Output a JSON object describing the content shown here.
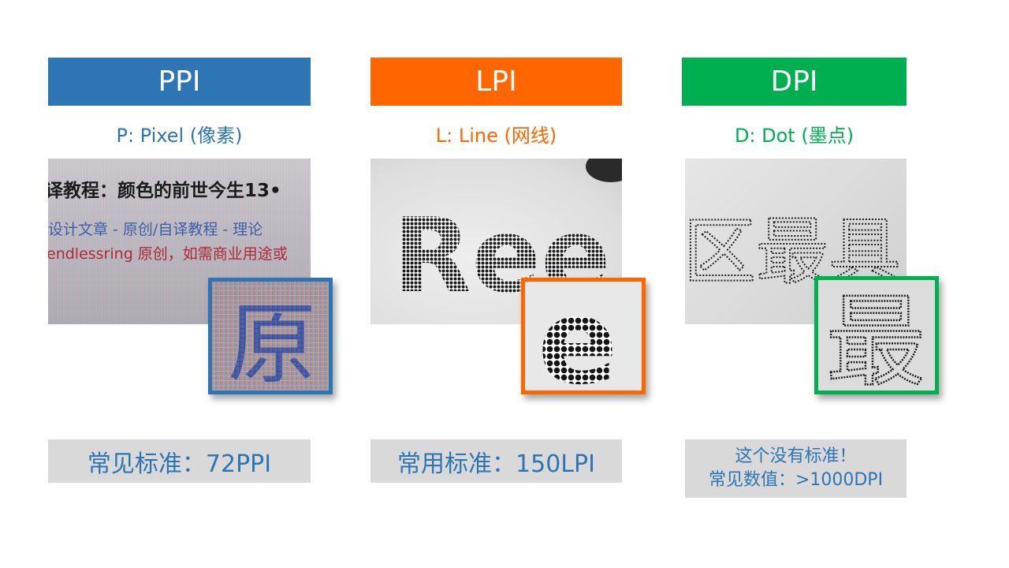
{
  "colors": {
    "ppi": "#2e75b6",
    "lpi": "#ff6600",
    "dpi": "#00b050",
    "footer_bg": "#d9d9d9",
    "footer_text": "#2e75b6"
  },
  "ppi": {
    "title": "PPI",
    "subtitle": "P: Pixel (像素)",
    "photo_lines": [
      "译教程：颜色的前世今生13•",
      "设计文章 - 原创/自译教程 - 理论",
      "endlessring 原创，如需商业用途或"
    ],
    "zoom_glyph": "原",
    "footer": "常见标准：72PPI"
  },
  "lpi": {
    "title": "LPI",
    "subtitle": "L: Line (网线)",
    "photo_text": "Ree",
    "zoom_glyph": "e",
    "footer": "常用标准：150LPI"
  },
  "dpi": {
    "title": "DPI",
    "subtitle": "D: Dot (墨点)",
    "photo_text": "区最具",
    "zoom_glyph": "最",
    "footer_lines": [
      "这个没有标准！",
      "常见数值：>1000DPI"
    ]
  }
}
